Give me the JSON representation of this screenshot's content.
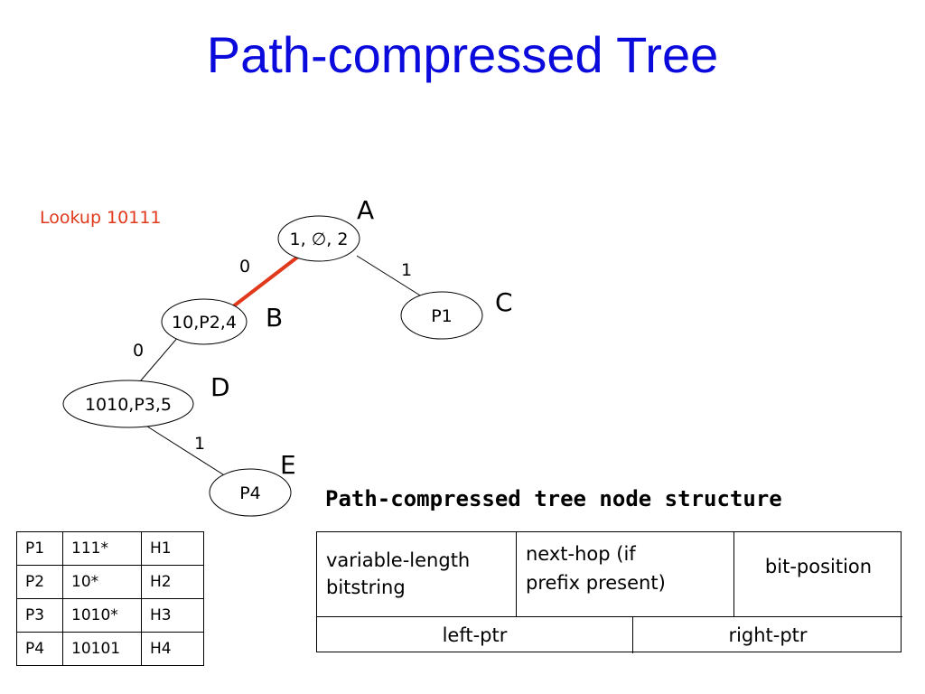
{
  "title": "Path-compressed Tree",
  "lookup_label": "Lookup 10111",
  "nodes": {
    "A": {
      "letter": "A",
      "text": "1, ∅, 2"
    },
    "B": {
      "letter": "B",
      "text": "10,P2,4"
    },
    "C": {
      "letter": "C",
      "text": "P1"
    },
    "D": {
      "letter": "D",
      "text": "1010,P3,5"
    },
    "E": {
      "letter": "E",
      "text": "P4"
    }
  },
  "edge_labels": {
    "A_B": "0",
    "A_C": "1",
    "B_D": "0",
    "D_E": "1"
  },
  "highlight_color": "#e0391b",
  "title_color": "#0a0adc",
  "prefix_table": {
    "rows": [
      [
        "P1",
        "111*",
        "H1"
      ],
      [
        "P2",
        "10*",
        "H2"
      ],
      [
        "P3",
        "1010*",
        "H3"
      ],
      [
        "P4",
        "10101",
        "H4"
      ]
    ]
  },
  "node_structure": {
    "title": "Path-compressed tree node structure",
    "variable_length_line1": "variable-length",
    "variable_length_line2": "bitstring",
    "next_hop_line1": "next-hop (if",
    "next_hop_line2": "prefix present)",
    "bit_position": "bit-position",
    "left_ptr": "left-ptr",
    "right_ptr": "right-ptr"
  }
}
